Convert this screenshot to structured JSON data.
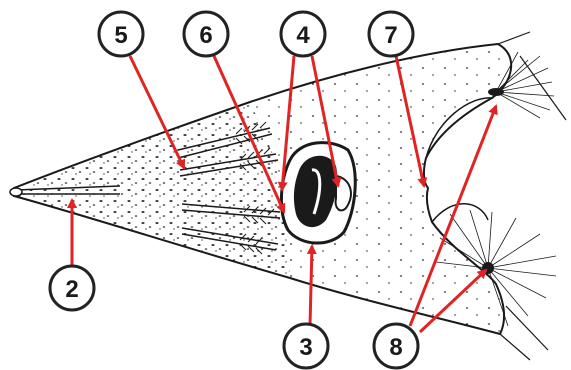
{
  "colors": {
    "ink": "#1a1a1a",
    "callout": "#e02424",
    "circle_fill": "#ffffff",
    "circle_stroke": "#222222"
  },
  "labels": [
    {
      "id": "label-5",
      "text": "5"
    },
    {
      "id": "label-6",
      "text": "6"
    },
    {
      "id": "label-4",
      "text": "4"
    },
    {
      "id": "label-7",
      "text": "7"
    },
    {
      "id": "label-2",
      "text": "2"
    },
    {
      "id": "label-3",
      "text": "3"
    },
    {
      "id": "label-8",
      "text": "8"
    }
  ]
}
